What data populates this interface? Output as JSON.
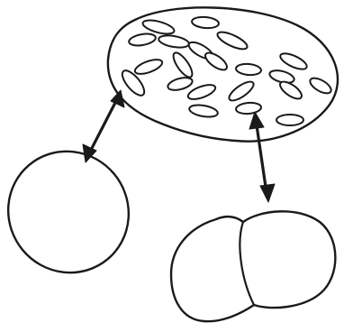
{
  "figure": {
    "colors": {
      "line": "#1a1a1a",
      "background": "#ffffff"
    },
    "elements": [
      "cluster-with-rod-shapes",
      "single-oval-cell",
      "two-part-dividing-cell",
      "double-headed-arrow",
      "double-headed-arrow"
    ]
  }
}
